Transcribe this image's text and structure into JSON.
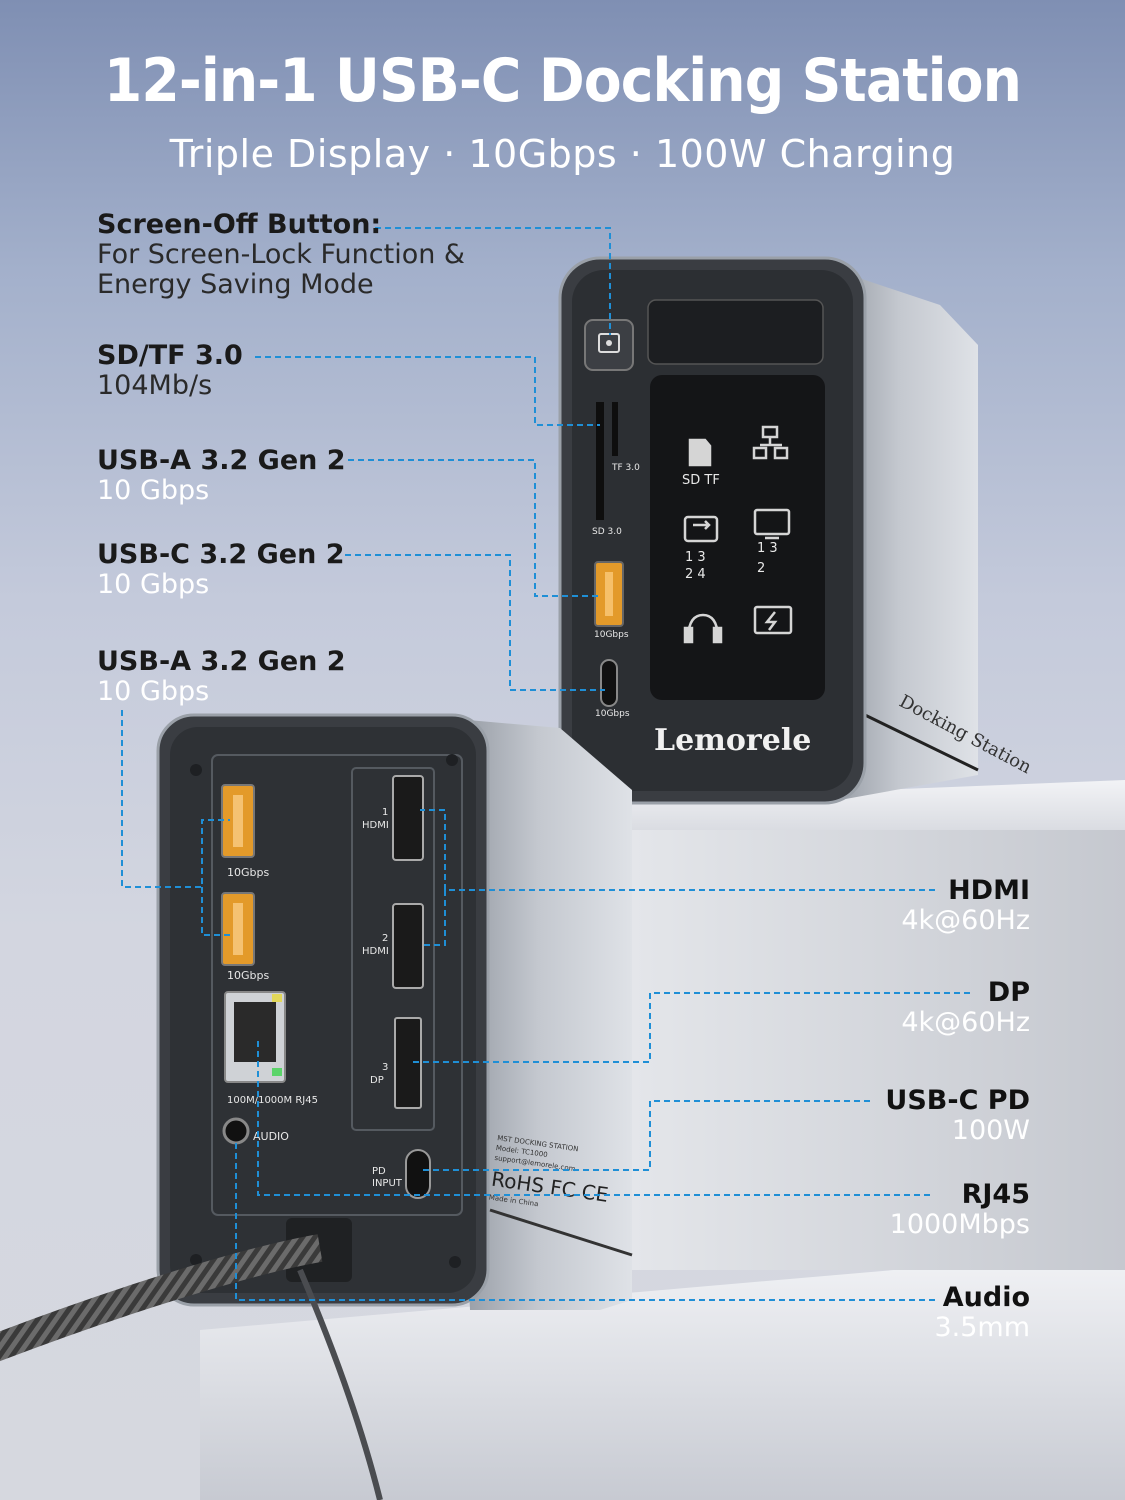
{
  "header": {
    "title": "12-in-1 USB-C Docking Station",
    "subtitle": "Triple Display · 10Gbps · 100W Charging"
  },
  "left_callouts": [
    {
      "heading": "Screen-Off Button:",
      "lines": [
        "For Screen-Lock Function &",
        "Energy Saving Mode"
      ]
    },
    {
      "heading": "SD/TF 3.0",
      "lines": [
        "104Mb/s"
      ]
    },
    {
      "heading": "USB-A 3.2 Gen 2",
      "lines": [
        "10 Gbps"
      ]
    },
    {
      "heading": "USB-C 3.2 Gen 2",
      "lines": [
        "10 Gbps"
      ]
    },
    {
      "heading": "USB-A 3.2 Gen 2",
      "lines": [
        "10 Gbps"
      ]
    }
  ],
  "right_callouts": [
    {
      "heading": "HDMI",
      "detail": "4k@60Hz"
    },
    {
      "heading": "DP",
      "detail": "4k@60Hz"
    },
    {
      "heading": "USB-C PD",
      "detail": "100W"
    },
    {
      "heading": "RJ45",
      "detail": "1000Mbps"
    },
    {
      "heading": "Audio",
      "detail": "3.5mm"
    }
  ],
  "front_device": {
    "brand": "Lemorele",
    "side_text": "Docking Station",
    "slot_labels": {
      "tf": "TF 3.0",
      "sd": "SD 3.0",
      "usba": "10Gbps",
      "usbc": "10Gbps"
    },
    "panel_labels": {
      "sd_tf": "SD  TF",
      "usb_nums_1": "1  3",
      "usb_nums_2": "2  4",
      "disp_nums_1": "1  3",
      "disp_nums_2": "2"
    }
  },
  "rear_device": {
    "usb1_label": "10Gbps",
    "usb2_label": "10Gbps",
    "rj45_label": "100M/1000M RJ45",
    "audio_label": "AUDIO",
    "hdmi1_label": "HDMI",
    "hdmi1_num": "1",
    "hdmi2_label": "HDMI",
    "hdmi2_num": "2",
    "dp_label": "DP",
    "dp_num": "3",
    "pd_label_1": "PD",
    "pd_label_2": "INPUT",
    "spec_lines": [
      "MST DOCKING STATION",
      "Model: TC1000",
      "support@lemorele.com"
    ],
    "cert": "RoHS FC CE",
    "made_in": "Made in China"
  },
  "colors": {
    "leader_line": "#1f8fd6",
    "device_body": "#b7bcc6",
    "device_face": "#2f3236",
    "port_orange": "#e39a2a"
  }
}
